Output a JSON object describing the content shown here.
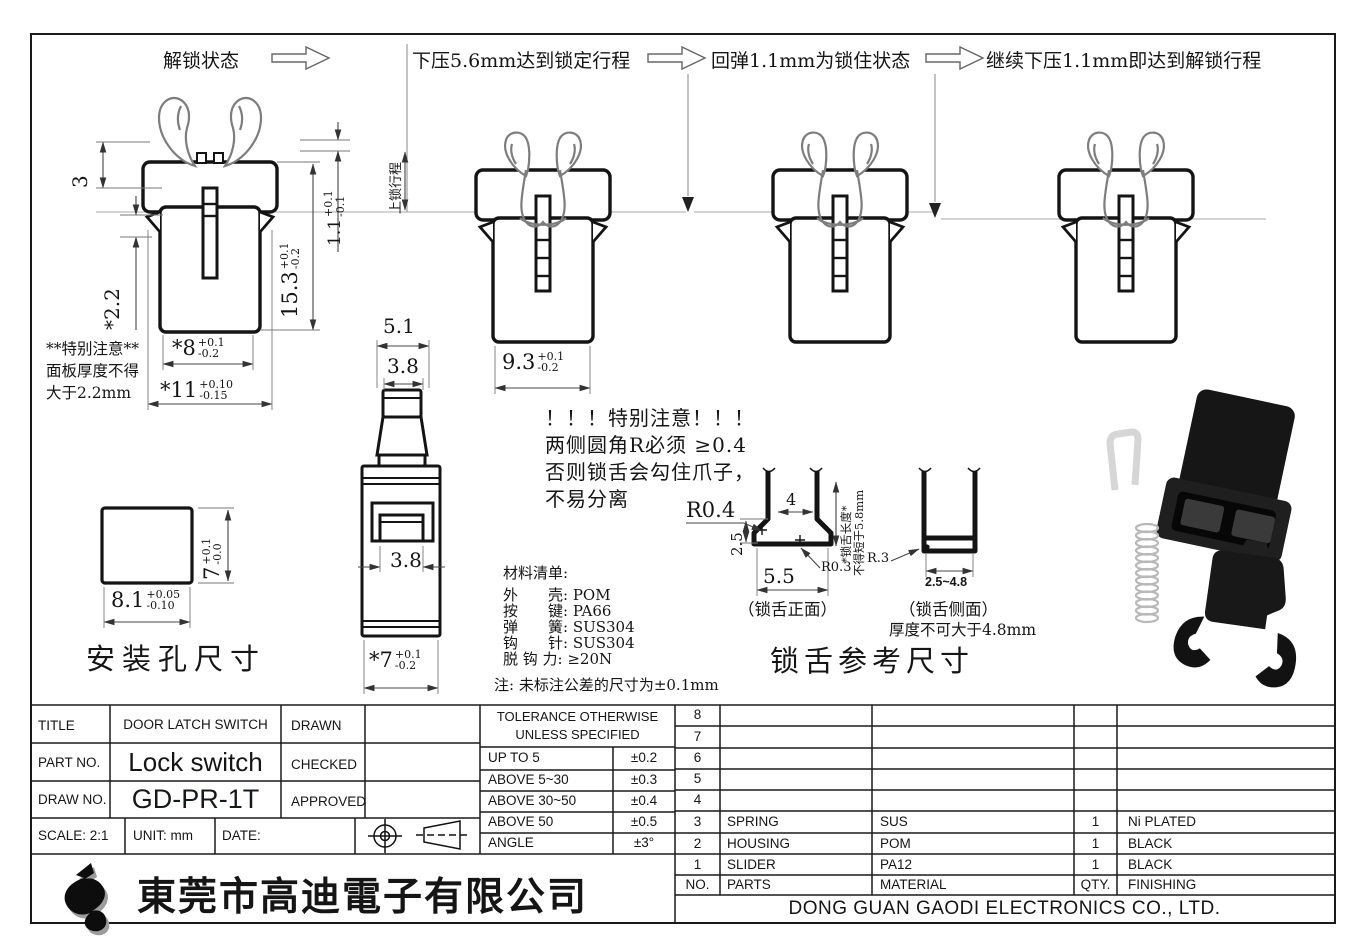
{
  "colors": {
    "ink": "#141414",
    "dim_line": "#444444",
    "claw_gray": "#7d7d7d",
    "panel_line": "#aaaaaa"
  },
  "flow": {
    "label1": "解锁状态",
    "label2": "下压5.6mm达到锁定行程",
    "label3": "回弹1.1mm为锁住状态",
    "label4": "继续下压1.1mm即达到解锁行程"
  },
  "side_labels": {
    "upstroke": "上锁行程"
  },
  "notes": {
    "panel_line1": "**特别注意**",
    "panel_line2": "面板厚度不得",
    "panel_line3": "大于2.2mm",
    "corner_line1": "！！！特别注意！！！",
    "corner_line2": "两侧圆角R必须 ≥0.4",
    "corner_line3": "否则锁舌会勾住爪子，",
    "corner_line4": "不易分离",
    "tolerance_note": "注: 未标注公差的尺寸为±0.1mm"
  },
  "materials": {
    "title": "材料清单:",
    "line1": "外　　壳: POM",
    "line2": "按　　键: PA66",
    "line3": "弹　　簧: SUS304",
    "line4": "钩　　针: SUS304",
    "line5": "脱 钩 力: ≥20N"
  },
  "captions": {
    "mounting": "安装孔尺寸",
    "tongue": "锁舌参考尺寸",
    "tongue_front": "（锁舌正面）",
    "tongue_side": "（锁舌侧面）",
    "tongue_side_note": "厚度不可大于4.8mm",
    "tongue_len1": "*锁舌长度*",
    "tongue_len2": "不得短于5.8mm"
  },
  "dims": {
    "d3": "3",
    "d22": "*2.2",
    "d8": {
      "v": "*8",
      "up": "+0.1",
      "dn": "-0.2"
    },
    "d11": {
      "v": "*11",
      "up": "+0.10",
      "dn": "-0.15"
    },
    "d153": {
      "v": "15.3",
      "up": "+0.1",
      "dn": "-0.2"
    },
    "d11r": {
      "v": "1.1",
      "up": "+0.1",
      "dn": "-0.1"
    },
    "d93": {
      "v": "9.3",
      "up": "+0.1",
      "dn": "-0.2"
    },
    "d51": "5.1",
    "d38top": "3.8",
    "d38win": "3.8",
    "d7side": {
      "v": "*7",
      "up": "+0.1",
      "dn": "-0.2"
    },
    "d81": {
      "v": "8.1",
      "up": "+0.05",
      "dn": "-0.10"
    },
    "d7hole": {
      "v": "7",
      "up": "+0.1",
      "dn": "-0.0"
    },
    "t4": "4",
    "t25": "2.5",
    "t55": "5.5",
    "r03": "R0.3",
    "r04": "R0.4",
    "r3": "R.3",
    "range": "2.5~4.8"
  },
  "titleblock": {
    "title_label": "TITLE",
    "title_value": "DOOR LATCH SWITCH",
    "drawn_label": "DRAWN",
    "part_label": "PART NO.",
    "part_value": "Lock switch",
    "checked_label": "CHECKED",
    "draw_label": "DRAW NO.",
    "draw_value": "GD-PR-1T",
    "approved_label": "APPROVED",
    "scale": "SCALE: 2:1",
    "unit": "UNIT: mm",
    "date": "DATE:"
  },
  "tolerance": {
    "h1": "TOLERANCE OTHERWISE",
    "h2": "UNLESS SPECIFIED",
    "rows": [
      [
        "UP TO 5",
        "±0.2"
      ],
      [
        "ABOVE 5~30",
        "±0.3"
      ],
      [
        "ABOVE 30~50",
        "±0.4"
      ],
      [
        "ABOVE 50",
        "±0.5"
      ],
      [
        "ANGLE",
        "±3°"
      ]
    ]
  },
  "parts": {
    "headers": [
      "NO.",
      "PARTS",
      "MATERIAL",
      "QTY.",
      "FINISHING"
    ],
    "rows": [
      {
        "no": "8",
        "name": "",
        "mat": "",
        "qty": "",
        "fin": ""
      },
      {
        "no": "7",
        "name": "",
        "mat": "",
        "qty": "",
        "fin": ""
      },
      {
        "no": "6",
        "name": "",
        "mat": "",
        "qty": "",
        "fin": ""
      },
      {
        "no": "5",
        "name": "",
        "mat": "",
        "qty": "",
        "fin": ""
      },
      {
        "no": "4",
        "name": "",
        "mat": "",
        "qty": "",
        "fin": ""
      },
      {
        "no": "3",
        "name": "SPRING",
        "mat": "SUS",
        "qty": "1",
        "fin": "Ni PLATED"
      },
      {
        "no": "2",
        "name": "HOUSING",
        "mat": "POM",
        "qty": "1",
        "fin": "BLACK"
      },
      {
        "no": "1",
        "name": "SLIDER",
        "mat": "PA12",
        "qty": "1",
        "fin": "BLACK"
      }
    ]
  },
  "company": {
    "cn": "東莞市高迪電子有限公司",
    "en": "DONG GUAN GAODI ELECTRONICS CO., LTD."
  }
}
